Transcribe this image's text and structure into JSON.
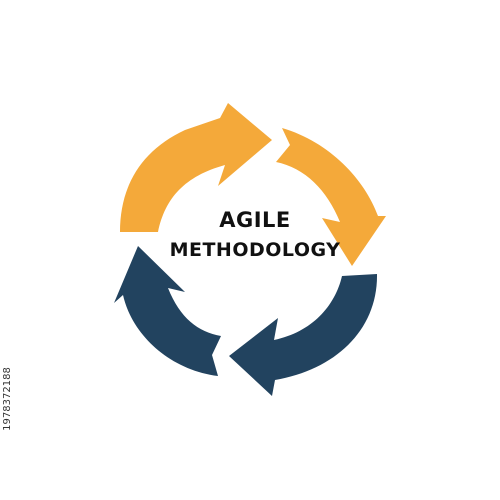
{
  "diagram": {
    "line1": "AGILE",
    "line2": "METHODOLOGY"
  },
  "colors": {
    "orange": "#F4A93A",
    "navy": "#22435F",
    "text": "#111111"
  },
  "watermark": {
    "stock_id": "1978372188"
  }
}
